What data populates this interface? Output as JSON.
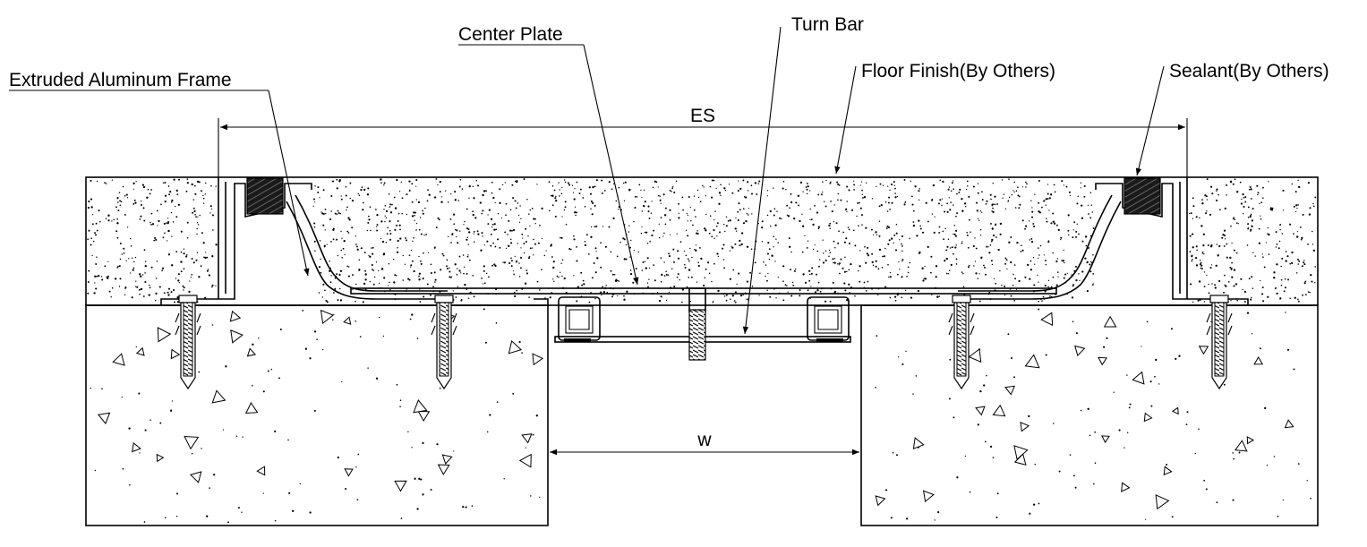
{
  "labels": {
    "extruded_frame": "Extruded Aluminum Frame",
    "center_plate": "Center Plate",
    "turn_bar": "Turn Bar",
    "floor_finish": "Floor Finish(By Others)",
    "sealant": "Sealant(By Others)",
    "es_dimension": "ES",
    "w_dimension": "w"
  },
  "colors": {
    "line": "#000000",
    "background": "#ffffff",
    "sealant_fill": "#222222"
  }
}
